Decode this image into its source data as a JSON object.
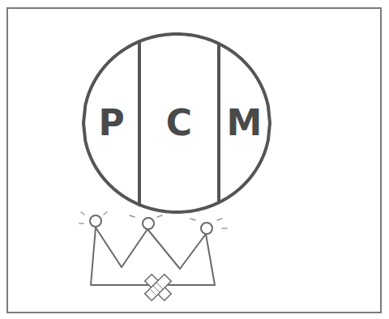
{
  "diagram": {
    "nodes": [
      {
        "text": [
          "P"
        ]
      },
      {
        "text": [
          "C"
        ]
      },
      {
        "text": [
          "M"
        ]
      }
    ]
  }
}
